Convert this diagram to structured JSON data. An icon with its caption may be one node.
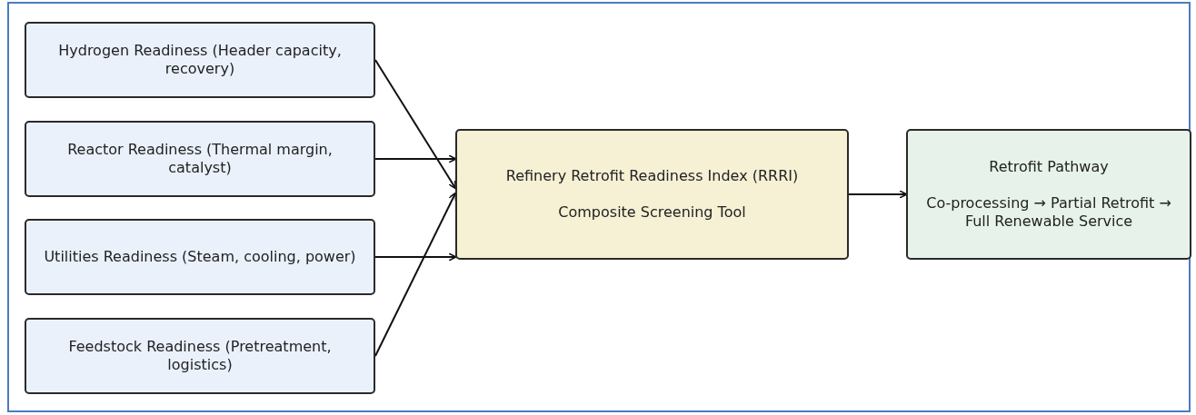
{
  "diagram": {
    "nodes": [
      {
        "text": [
          "Hydrogen Readiness (Header capacity, recovery)"
        ]
      },
      {
        "text": [
          "Reactor Readiness (Thermal margin, catalyst)"
        ]
      },
      {
        "text": [
          "Utilities Readiness (Steam, cooling, power)"
        ]
      },
      {
        "text": [
          "Feedstock Readiness (Pretreatment, logistics)"
        ]
      },
      {
        "text": [
          "Refinery Retrofit Readiness Index (RRRI)",
          "Composite Screening Tool"
        ]
      },
      {
        "text": [
          "Retrofit Pathway",
          "Co-processing → Partial Retrofit → Full Renewable Service"
        ]
      }
    ],
    "edges": [
      {
        "from": 0,
        "to": 4,
        "arrow": "to"
      },
      {
        "from": 1,
        "to": 4,
        "arrow": "to"
      },
      {
        "from": 2,
        "to": 4,
        "arrow": "to"
      },
      {
        "from": 3,
        "to": 4,
        "arrow": "to"
      },
      {
        "from": 4,
        "to": 5,
        "arrow": "to"
      }
    ]
  }
}
